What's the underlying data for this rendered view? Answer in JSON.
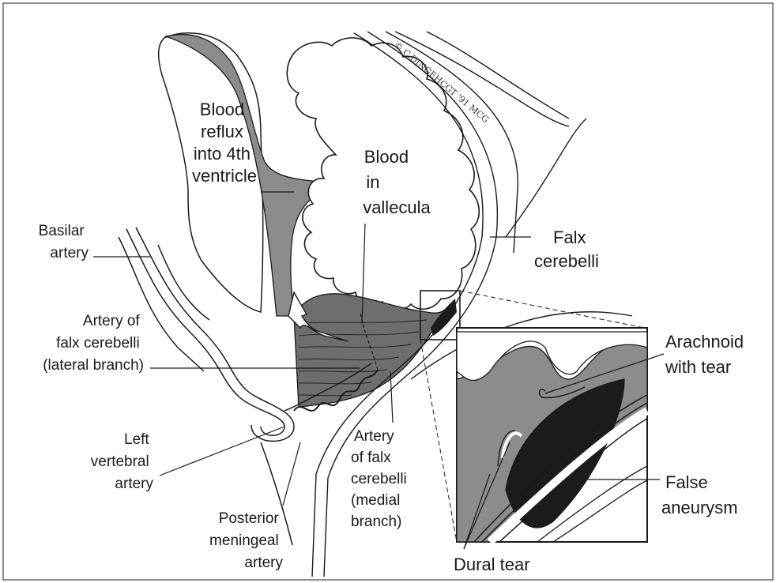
{
  "copyright": "© C.DINGEHCGT '91 MCG",
  "labels": {
    "blood_reflux": [
      "Blood",
      "reflux",
      "into 4th",
      "ventricle"
    ],
    "blood_vallecula": [
      "Blood",
      "in",
      "vallecula"
    ],
    "falx_cerebelli": [
      "Falx",
      "cerebelli"
    ],
    "basilar_artery": [
      "Basilar",
      "artery"
    ],
    "artery_falx_lateral": [
      "Artery of",
      "falx cerebelli",
      "(lateral branch)"
    ],
    "left_vertebral": [
      "Left",
      "vertebral",
      "artery"
    ],
    "posterior_meningeal": [
      "Posterior",
      "meningeal",
      "artery"
    ],
    "artery_falx_medial": [
      "Artery",
      "of falx",
      "cerebelli",
      "(medial",
      "branch)"
    ],
    "arachnoid_tear": [
      "Arachnoid",
      "with tear"
    ],
    "false_aneurysm": [
      "False",
      "aneurysm"
    ],
    "dural_tear": "Dural tear"
  },
  "colors": {
    "blood_gray": "#8c8c8c",
    "dark_gray": "#6e6e6e",
    "aneurysm": "#1c1c1c",
    "line": "#1a1a1a"
  }
}
